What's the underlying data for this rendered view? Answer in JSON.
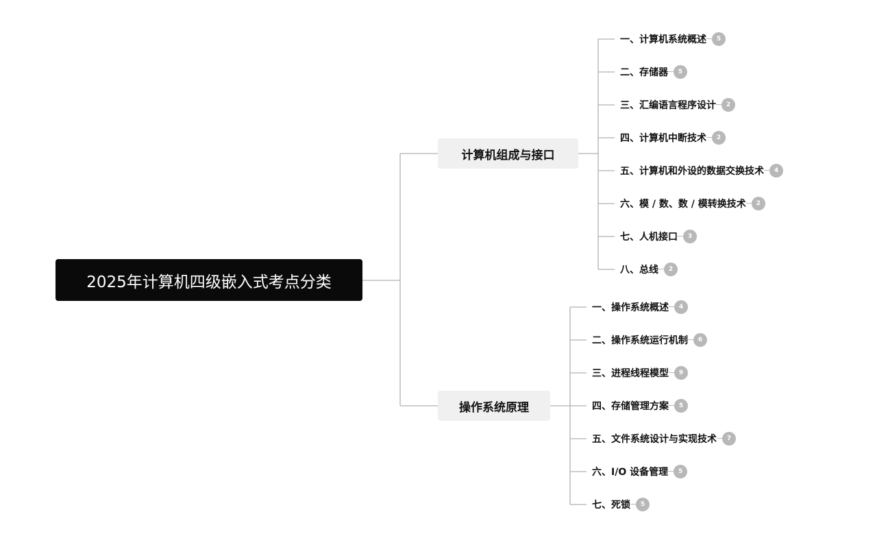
{
  "root": {
    "title": "2025年计算机四级嵌入式考点分类"
  },
  "branches": [
    {
      "title": "计算机组成与接口",
      "topics": [
        {
          "label": "一、计算机系统概述",
          "count": "5"
        },
        {
          "label": "二、存储器",
          "count": "5"
        },
        {
          "label": "三、汇编语言程序设计",
          "count": "2"
        },
        {
          "label": "四、计算机中断技术",
          "count": "2"
        },
        {
          "label": "五、计算机和外设的数据交换技术",
          "count": "4"
        },
        {
          "label": "六、模 / 数、数 / 模转换技术",
          "count": "2"
        },
        {
          "label": "七、人机接口",
          "count": "3"
        },
        {
          "label": "八、总线",
          "count": "2"
        }
      ]
    },
    {
      "title": "操作系统原理",
      "topics": [
        {
          "label": "一、操作系统概述",
          "count": "4"
        },
        {
          "label": "二、操作系统运行机制",
          "count": "6"
        },
        {
          "label": "三、进程线程模型",
          "count": "9"
        },
        {
          "label": "四、存储管理方案",
          "count": "5"
        },
        {
          "label": "五、文件系统设计与实现技术",
          "count": "7"
        },
        {
          "label": "六、I/O 设备管理",
          "count": "5"
        },
        {
          "label": "七、死锁",
          "count": "5"
        }
      ]
    }
  ],
  "colors": {
    "root_bg": "#0a0a0a",
    "branch_bg": "#f0f0f0",
    "line": "#b0b0b0",
    "badge": "#b8b8b8"
  }
}
